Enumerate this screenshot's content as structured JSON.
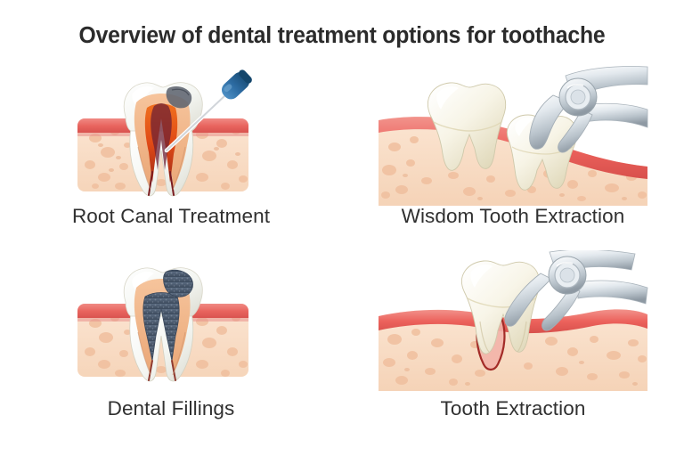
{
  "header": {
    "title": "Overview of dental treatment options for toothache"
  },
  "background_color": "#ffffff",
  "title_color": "#2b2b2b",
  "caption_color": "#303030",
  "palette": {
    "gum_surface": "#ef6f6a",
    "gum_surface_dark": "#d9534f",
    "bone_fill": "#f9ddc6",
    "bone_speckle": "#f0bf9e",
    "enamel_light": "#fbfbf4",
    "enamel_shadow": "#e6e0c4",
    "dentin_orange": "#f0b183",
    "pulp_red": "#e8541e",
    "pulp_dark": "#6e2034",
    "filling_gray": "#4a5a6e",
    "instrument_silver": "#d8dee3",
    "instrument_shadow": "#9aa5ad",
    "probe_blue": "#2e6da4",
    "probe_blue_dark": "#1b4f7e",
    "canal_dark_red": "#8e1f22"
  },
  "items": [
    {
      "id": "root-canal-treatment",
      "label": "Root Canal Treatment",
      "illustration": "tooth-cross-section-with-endodontic-file",
      "description": "Cross-section of a molar in gum and bone with inflamed orange pulp and a blue-handled endodontic file inserted into the root canal"
    },
    {
      "id": "wisdom-tooth-extraction",
      "label": "Wisdom Tooth Extraction",
      "illustration": "two-teeth-in-gum-with-forceps-on-wisdom-tooth",
      "description": "Two teeth set in sloping gum and bone, with dental extraction forceps gripping the rear wisdom tooth"
    },
    {
      "id": "dental-fillings",
      "label": "Dental Fillings",
      "illustration": "tooth-cross-section-with-amalgam-filling",
      "description": "Cross-section of a molar showing a dark gray amalgam filling in the crown and pulp chamber"
    },
    {
      "id": "tooth-extraction",
      "label": "Tooth Extraction",
      "illustration": "tooth-lifted-from-socket-with-forceps",
      "description": "A single tooth being lifted out of its socket in the gum by dental extraction forceps"
    }
  ]
}
